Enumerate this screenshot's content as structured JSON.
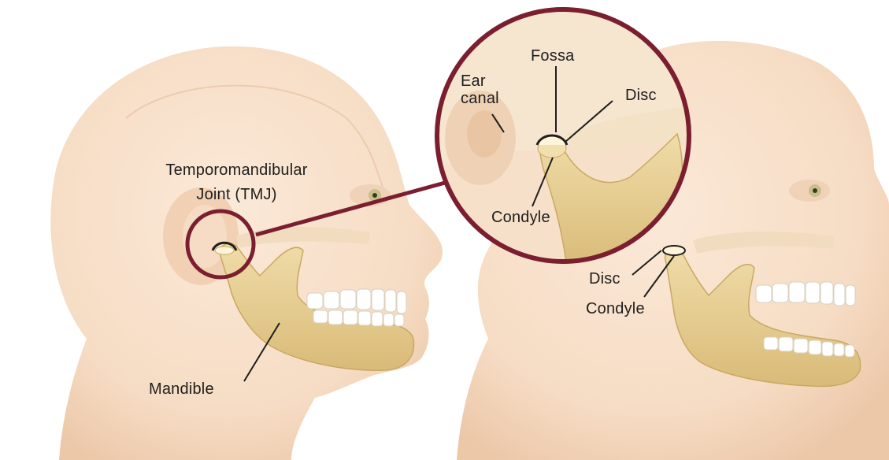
{
  "labels": {
    "tmj_line1": "Temporomandibular",
    "tmj_line2": "Joint (TMJ)",
    "mandible": "Mandible",
    "fossa": "Fossa",
    "ear_line1": "Ear",
    "ear_line2": "canal",
    "disc_inset": "Disc",
    "condyle_inset": "Condyle",
    "disc_right": "Disc",
    "condyle_right": "Condyle"
  },
  "colors": {
    "skin": "#f6dcc4",
    "skin_shadow": "#ecc7a8",
    "bone": "#e8cf94",
    "bone_dark": "#c9a863",
    "teeth": "#ffffff",
    "circle": "#7a1e30",
    "leader": "#1e1e1e"
  }
}
